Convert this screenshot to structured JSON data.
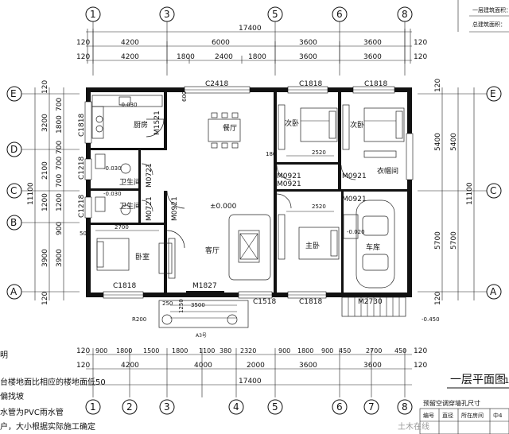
{
  "axes_top": [
    "1",
    "3",
    "5",
    "6",
    "8"
  ],
  "axes_bottom": [
    "1",
    "2",
    "3",
    "4",
    "5",
    "6",
    "7",
    "8"
  ],
  "axes_left": [
    "E",
    "D",
    "C",
    "B",
    "A"
  ],
  "axes_right": [
    "E",
    "C",
    "A"
  ],
  "dim": {
    "total": "17400",
    "top_row1": [
      "4200",
      "6000",
      "3600",
      "3600"
    ],
    "top_row2": [
      "4200",
      "1800",
      "2400",
      "1800",
      "3600",
      "3600"
    ],
    "bottom_row1": [
      "900",
      "1800",
      "1500",
      "1800",
      "1100",
      "380",
      "2320",
      "900",
      "1800",
      "900",
      "450",
      "2700",
      "450"
    ],
    "bottom_row2": [
      "4200",
      "4000",
      "2000",
      "3600",
      "3600"
    ],
    "bottom_total": "17400",
    "left_outer": "11100",
    "left_inner": [
      "3200",
      "2100",
      "1200",
      "900",
      "3900"
    ],
    "left_sub": [
      "700",
      "1800",
      "700",
      "700",
      "700",
      "1200",
      "900",
      "3900"
    ],
    "right_outer": "11100",
    "right_inner": [
      "5400",
      "5700"
    ],
    "edge_120": "120"
  },
  "rooms": {
    "kitchen": "厨房",
    "dining": "餐厅",
    "bedroom2": "次卧",
    "bedroom3": "次卧",
    "bath1": "卫生间",
    "bath2": "卫生间",
    "storage": "衣帽间",
    "bedroom_sw": "卧室",
    "living": "客厅",
    "master": "主卧",
    "garage": "车库"
  },
  "labels": {
    "c2418": "C2418",
    "c1818_a": "C1818",
    "c1818_b": "C1818",
    "c1818_left": "C1818",
    "c1818_bed": "C1818",
    "c1818_master": "C1818",
    "c1518": "C1518",
    "m1521": "M1521",
    "m0921_a": "M0921",
    "m0921_b": "M0921",
    "m0921_c": "M0921",
    "m0921_d": "M0921",
    "m0921_e": "M0921",
    "m0721_a": "M0721",
    "m0721_b": "M0721",
    "m1827": "M1827",
    "m2730": "M2730",
    "c1218_a": "C1218",
    "c1218_b": "C1218",
    "lvl_0": "±0.000",
    "lvl_030a": "-0.030",
    "lvl_030b": "-0.030",
    "lvl_030c": "-0.030",
    "lvl_450": "-0.450",
    "lvl_020": "-0.020",
    "d2700": "2700",
    "d2520": "2520",
    "d2520b": "2520",
    "d500": "500",
    "d600": "600",
    "d180": "180",
    "d250": "250",
    "d1250": "1250",
    "d3500": "3500",
    "r200": "R200",
    "steps": "A3号"
  },
  "notes": [
    "台楼地面比相应的楼地面低50",
    "偏找坡",
    "水管为PVC雨水管",
    "户，大小根据实际施工确定"
  ],
  "note_head": "明",
  "legend_top": [
    "一层建筑面积：",
    "总建筑面积："
  ],
  "title_text": "一层平面图",
  "title_suffix": "1",
  "table": {
    "caption": "预留空调穿墙孔尺寸",
    "headers": [
      "编号",
      "直径",
      "所在房间",
      "中4"
    ]
  },
  "watermark": "土木在线"
}
